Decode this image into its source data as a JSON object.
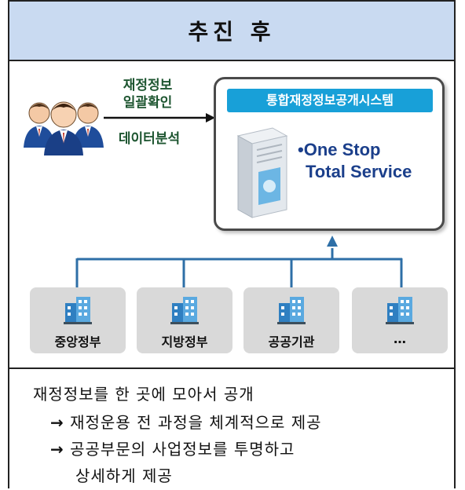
{
  "header": {
    "title": "추진 후"
  },
  "left": {
    "label_top": "재정정보\n일괄확인",
    "label_top_1": "재정정보",
    "label_top_2": "일괄확인",
    "label_bottom": "데이터분석"
  },
  "system": {
    "title": "통합재정정보공개시스템",
    "service_bullet": "•",
    "service_line1": "One Stop",
    "service_line2": "Total Service"
  },
  "orgs": [
    {
      "name": "중앙정부"
    },
    {
      "name": "지방정부"
    },
    {
      "name": "공공기관"
    },
    {
      "name": "…"
    }
  ],
  "bottom": {
    "line1": "재정정보를 한 곳에 모아서 공개",
    "arrow": "→",
    "line2": "재정운용 전 과정을 체계적으로 제공",
    "line3": "공공부문의 사업정보를 투명하고",
    "line4": "상세하게 제공"
  },
  "colors": {
    "header_bg": "#c9daf1",
    "system_title_bg": "#18a0d8",
    "connector": "#2e6fa7",
    "service_text": "#1b3f8b",
    "label_text": "#1e5631",
    "org_bg": "#d9d9d9"
  }
}
